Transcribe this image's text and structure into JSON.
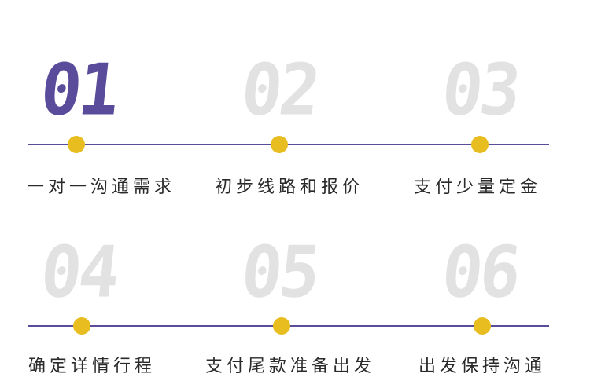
{
  "colors": {
    "accent": "#5a4c9b",
    "dot": "#e8bd1f",
    "inactive_number": "#e2e2e2",
    "text": "#2a2a2a"
  },
  "steps": [
    {
      "number": "01",
      "label": "一对一沟通需求",
      "active": true
    },
    {
      "number": "02",
      "label": "初步线路和报价",
      "active": false
    },
    {
      "number": "03",
      "label": "支付少量定金",
      "active": false
    },
    {
      "number": "04",
      "label": "确定详情行程",
      "active": false
    },
    {
      "number": "05",
      "label": "支付尾款准备出发",
      "active": false
    },
    {
      "number": "06",
      "label": "出发保持沟通",
      "active": false
    }
  ]
}
